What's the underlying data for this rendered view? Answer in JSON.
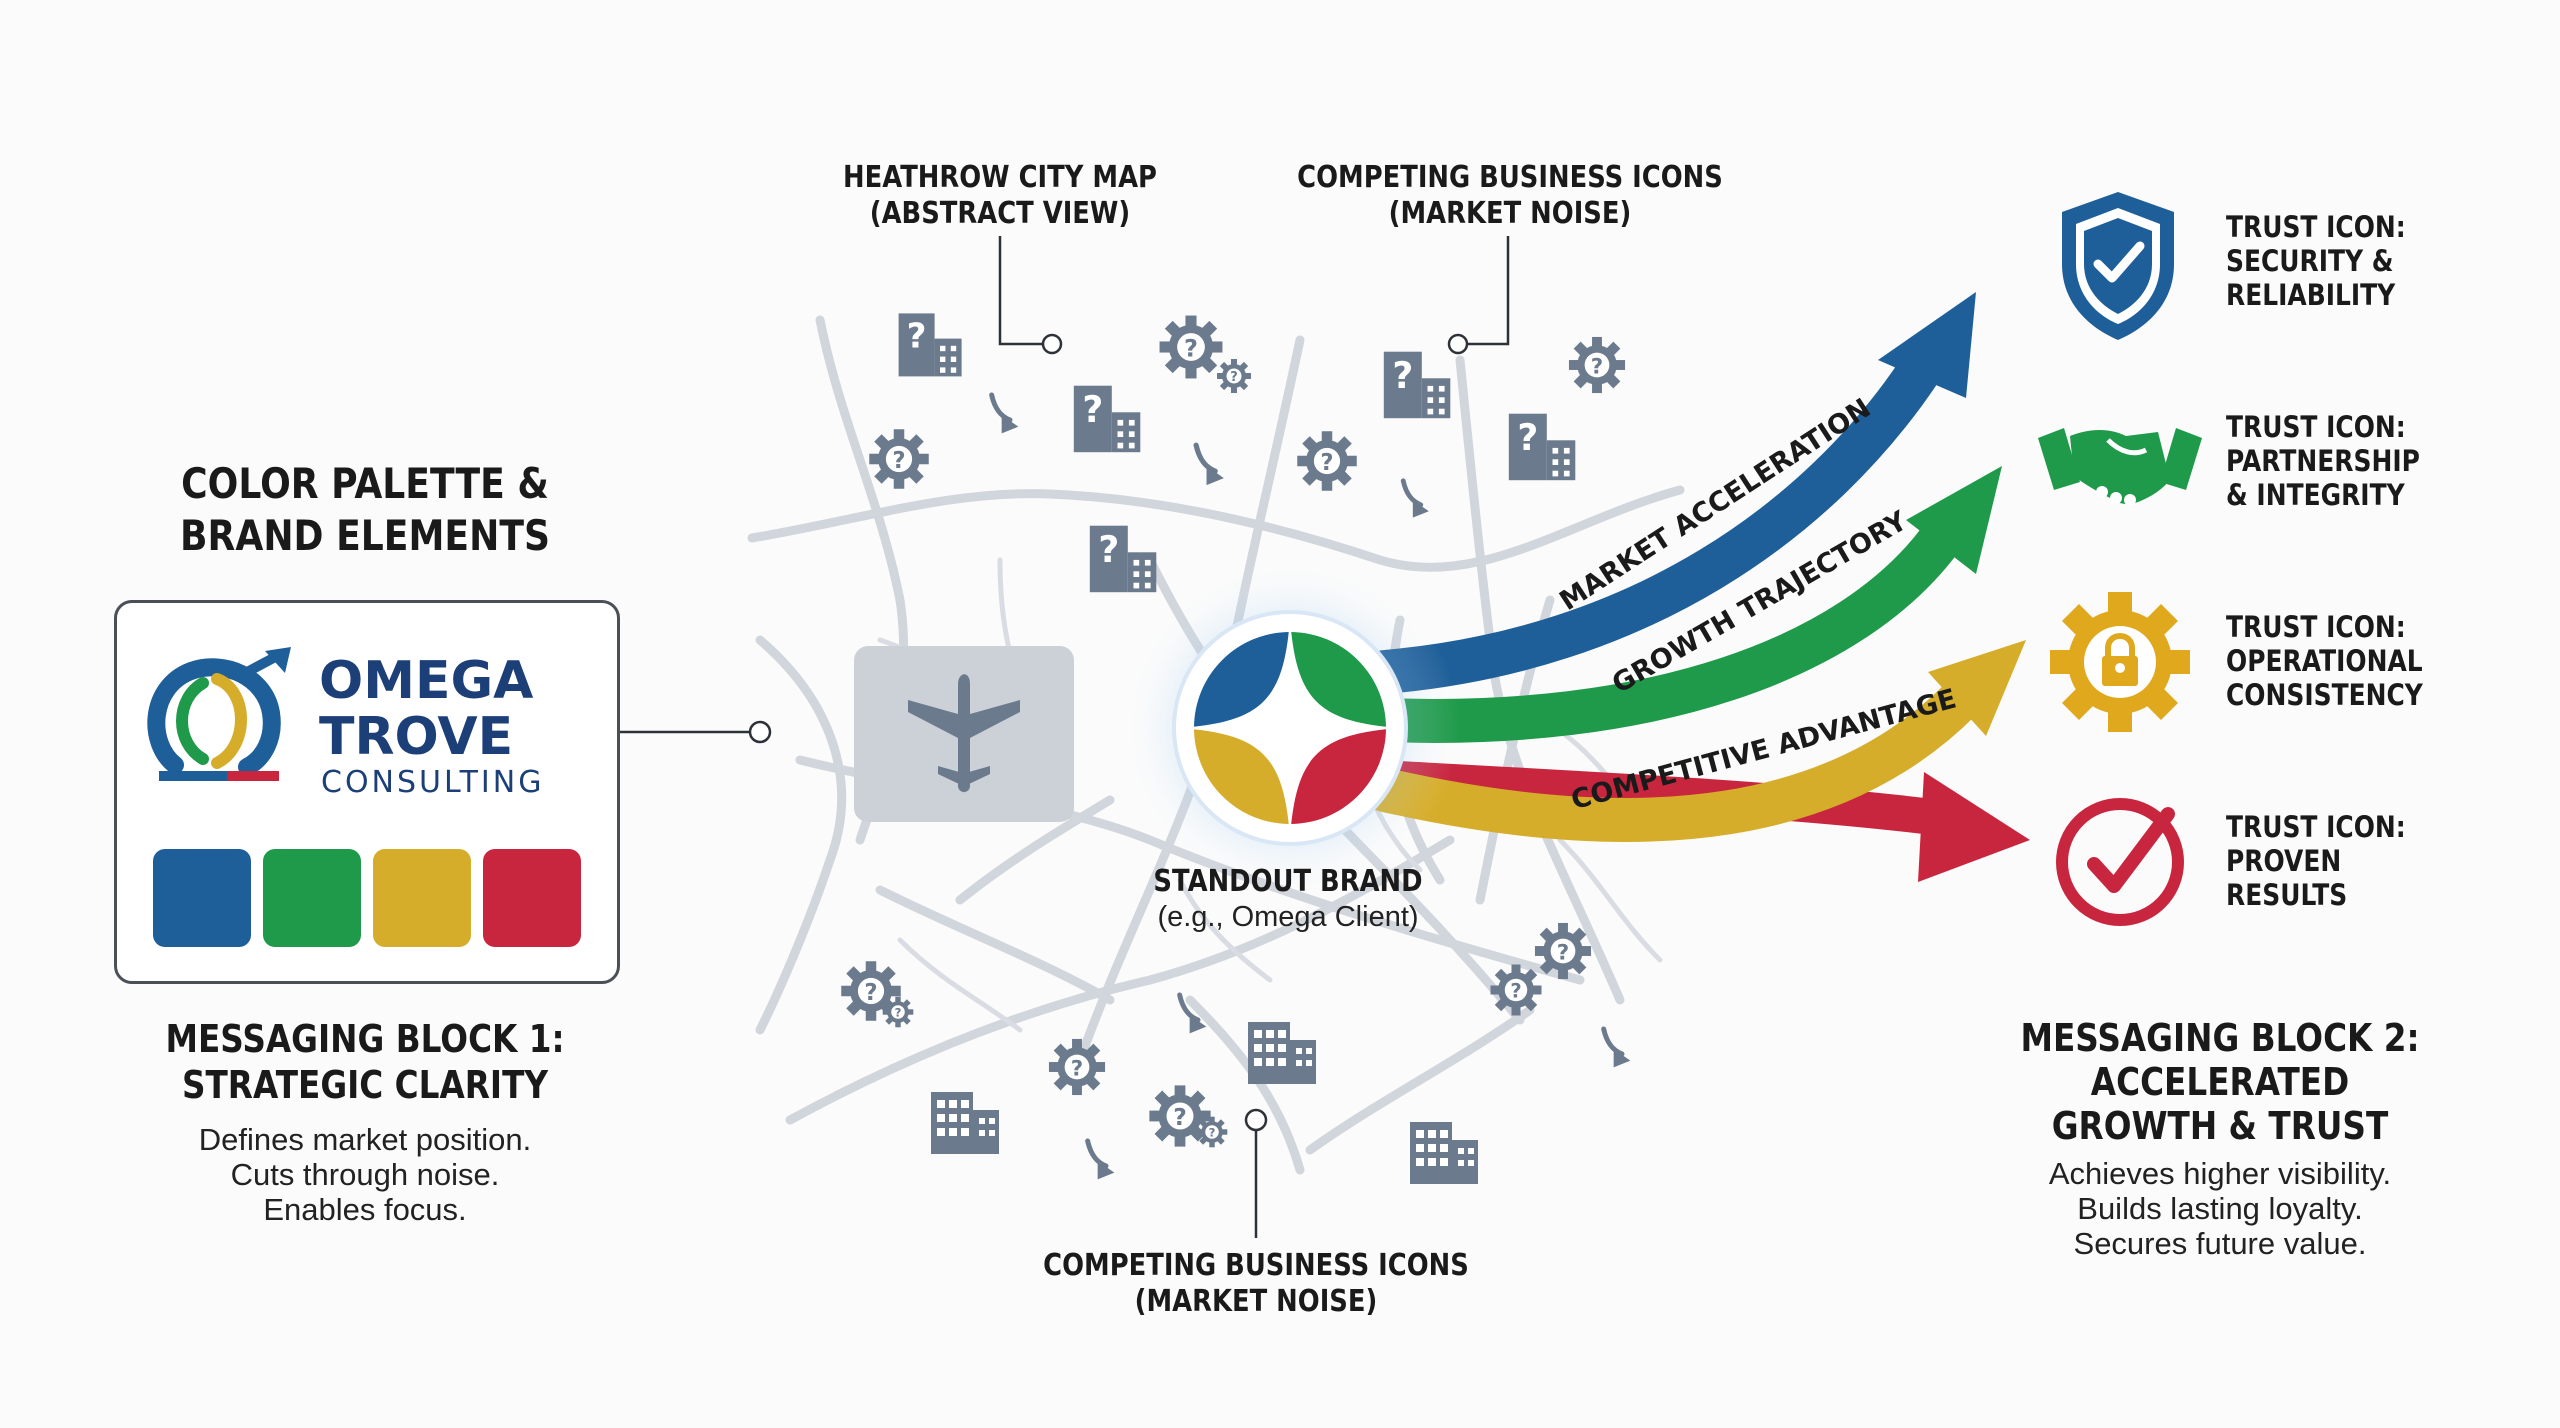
{
  "left": {
    "heading": [
      "COLOR PALETTE &",
      "BRAND ELEMENTS"
    ],
    "brand": {
      "line1": "OMEGA",
      "line2": "TROVE",
      "line3": "CONSULTING"
    },
    "swatches": [
      "#1f5f99",
      "#1f9a4a",
      "#d6ad2a",
      "#c8253f"
    ],
    "block1_title": [
      "MESSAGING BLOCK 1:",
      "STRATEGIC CLARITY"
    ],
    "block1_body": [
      "Defines market position.",
      "Cuts through noise.",
      "Enables focus."
    ]
  },
  "map": {
    "label_top_left": [
      "HEATHROW CITY MAP",
      "(ABSTRACT VIEW)"
    ],
    "label_top_right": [
      "COMPETING BUSINESS ICONS",
      "(MARKET NOISE)"
    ],
    "label_bottom": [
      "COMPETING BUSINESS ICONS",
      "(MARKET NOISE)"
    ],
    "airport_icon": "airplane-icon",
    "standout": {
      "title": "STANDOUT BRAND",
      "subtitle": "(e.g., Omega Client)"
    }
  },
  "arrows": [
    {
      "label": "MARKET ACCELERATION",
      "color": "#1f5f99"
    },
    {
      "label": "GROWTH TRAJECTORY",
      "color": "#1f9a4a"
    },
    {
      "label": "COMPETITIVE ADVANTAGE",
      "color": "#d6ad2a"
    },
    {
      "label": "",
      "color": "#c8253f"
    }
  ],
  "trust": [
    {
      "icon": "shield-check-icon",
      "lines": [
        "TRUST ICON:",
        "SECURITY &",
        "RELIABILITY"
      ],
      "color": "#1f5f99"
    },
    {
      "icon": "handshake-icon",
      "lines": [
        "TRUST ICON:",
        "PARTNERSHIP",
        "& INTEGRITY"
      ],
      "color": "#1f9a4a"
    },
    {
      "icon": "gear-lock-icon",
      "lines": [
        "TRUST ICON:",
        "OPERATIONAL",
        "CONSISTENCY"
      ],
      "color": "#e0a81d"
    },
    {
      "icon": "check-circle-icon",
      "lines": [
        "TRUST ICON:",
        "PROVEN",
        "RESULTS"
      ],
      "color": "#c8253f"
    }
  ],
  "right": {
    "block2_title": [
      "MESSAGING BLOCK 2:",
      "ACCELERATED",
      "GROWTH & TRUST"
    ],
    "block2_body": [
      "Achieves higher visibility.",
      "Builds lasting loyalty.",
      "Secures future value."
    ]
  }
}
